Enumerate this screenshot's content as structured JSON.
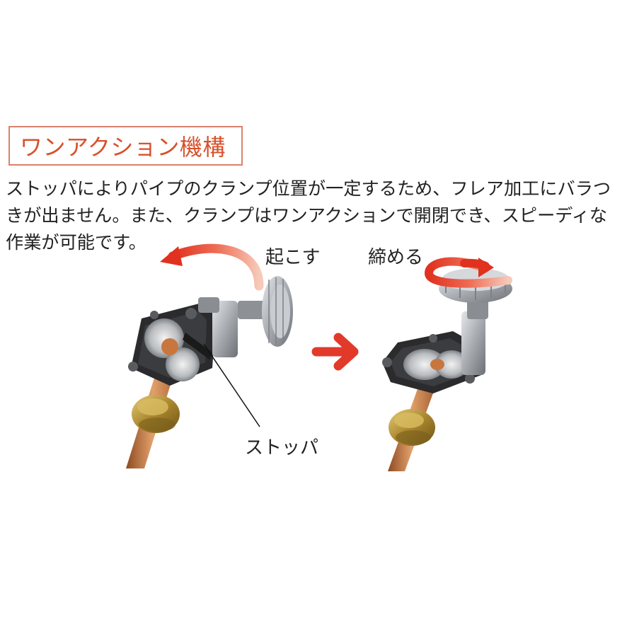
{
  "title": "ワンアクション機構",
  "description": {
    "line1": "ストッパによりパイプのクランプ位置が一定するため、フレア加工にバラつ",
    "line2": "きが出ません。また、クランプはワンアクションで開閉でき、スピーディな",
    "line3": "作業が可能です。"
  },
  "labels": {
    "raise": "起こす",
    "tighten": "締める",
    "stopper": "ストッパ"
  },
  "colors": {
    "title_text": "#d8512c",
    "title_border": "#d9826a",
    "arrow_red": "#e23a2a",
    "pipe_copper": "#c8763e",
    "clamp_dark": "#2b2b2d",
    "metal_gray": "#9a9ea3"
  },
  "icons": {
    "curved_arrow": "curved-arrow-left-icon",
    "rotate_arrow": "rotate-arrow-icon",
    "next_arrow": "arrow-right-icon"
  }
}
